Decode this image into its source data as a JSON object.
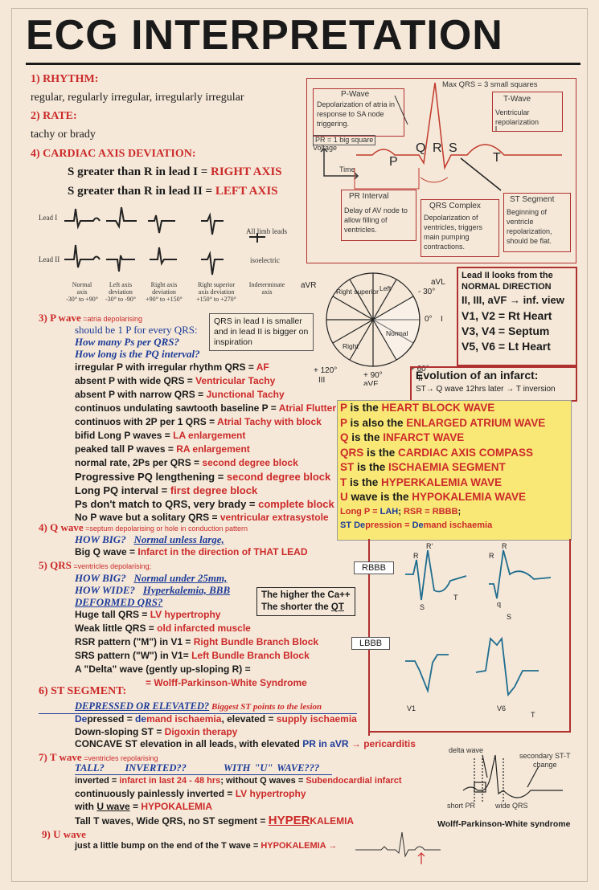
{
  "title": "ECG INTERPRETATION",
  "rhythm": {
    "heading": "1) RHYTHM:",
    "text": "regular, regularly irregular, irregularly irregular"
  },
  "rate": {
    "heading": "2) RATE:",
    "text": "tachy or brady"
  },
  "axis": {
    "heading": "4) CARDIAC AXIS DEVIATION:",
    "line1_a": "S greater than R in lead I = ",
    "line1_b": "RIGHT AXIS",
    "line2_a": "S greater than R in lead II = ",
    "line2_b": "LEFT AXIS",
    "lead1": "Lead I",
    "lead2": "Lead II",
    "all_limb": "All limb leads",
    "isoelectric": "isoelectric",
    "captions": [
      [
        "Normal",
        "axis",
        "-30° to +90°"
      ],
      [
        "Left axis",
        "deviation",
        "-30° to -90°"
      ],
      [
        "Right axis",
        "deviation",
        "+90° to +150°"
      ],
      [
        "Right superior",
        "axis deviation",
        "+150° to +270°"
      ],
      [
        "Indeterminate",
        "axis",
        ""
      ]
    ]
  },
  "wave_diagram": {
    "max_qrs": "Max QRS = 3 small  squares",
    "pwave_title": "P-Wave",
    "pwave_desc": "Depolarization of atria in response to SA node triggering.",
    "twave_title": "T-Wave",
    "twave_desc": "Ventricular repolarization",
    "pr_box": "PR = 1 big square",
    "voltage": "Voltage",
    "time": "Time",
    "letters": [
      "P",
      "Q",
      "R",
      "S",
      "T"
    ],
    "pr_title": "PR  Interval",
    "pr_desc": "Delay of AV node to allow filling of ventricles.",
    "qrs_title": "QRS Complex",
    "qrs_desc": "Depolarization of ventricles, triggers main pumping contractions.",
    "st_title": "ST Segment",
    "st_desc": "Beginning of ventricle repolarization, should be flat."
  },
  "compass": {
    "labels": [
      "aVR",
      "aVL",
      "- 30°",
      "0°",
      "I",
      "+ 60°",
      "II",
      "+ 90°",
      "aVF",
      "+ 120°",
      "III"
    ],
    "zones": [
      "Right superior",
      "Left",
      "Normal",
      "Right"
    ]
  },
  "lead2_box": {
    "line1": "Lead II looks from the",
    "line2": "NORMAL DIRECTION",
    "line3": "II, III, aVF → inf. view",
    "line4": "V1, V2 = Rt Heart",
    "line5": "V3, V4 = Septum",
    "line6": "V5, V6 = Lt Heart"
  },
  "infarct_box": {
    "title": "Evolution of an infarct:",
    "text": "ST→ Q wave 12hrs later → T inversion"
  },
  "yellow": [
    {
      "a": "P",
      "b": " is the ",
      "c": "HEART BLOCK  WAVE"
    },
    {
      "a": "P",
      "b": " is also the ",
      "c": "ENLARGED ATRIUM WAVE"
    },
    {
      "a": "Q",
      "b": " is the ",
      "c": "INFARCT WAVE"
    },
    {
      "a": "QRS",
      "b": " is the ",
      "c": "CARDIAC AXIS COMPASS"
    },
    {
      "a": "ST",
      "b": " is the ",
      "c": "ISCHAEMIA SEGMENT"
    },
    {
      "a": "T",
      "b": " is the ",
      "c": "HYPERKALEMIA WAVE"
    },
    {
      "a": "U",
      "b": " wave is the ",
      "c": "HYPOKALEMIA WAVE"
    }
  ],
  "yellow_small1": [
    "Long P = ",
    "LAH",
    "; ",
    "RSR = RBBB",
    ";"
  ],
  "yellow_small2": [
    "ST De",
    "pression = ",
    "De",
    "mand ischaemia"
  ],
  "pwave": {
    "heading": "3) P wave",
    "sub": " =atria depolarising",
    "q1": "should be 1 P for every QRS:",
    "q2": "How many Ps per QRS?",
    "q3": "How long is the PQ interval?",
    "note": "QRS in lead I is smaller and in lead  II is bigger on inspiration",
    "lines": [
      [
        "irregular P with irregular rhythm QRS = ",
        "AF"
      ],
      [
        "absent P with wide QRS = ",
        "Ventricular Tachy"
      ],
      [
        "absent P with narrow QRS = ",
        "Junctional Tachy"
      ],
      [
        "continuos undulating sawtooth  baseline P = ",
        "Atrial Flutter"
      ],
      [
        "continuos with 2P per 1 QRS = ",
        "Atrial Tachy with block"
      ],
      [
        "bifid Long P waves = ",
        "LA enlargement"
      ],
      [
        "peaked tall P waves = ",
        "RA enlargement"
      ],
      [
        "normal rate, 2Ps per QRS = ",
        "second degree block"
      ],
      [
        "Progressive PQ lengthening = ",
        "second degree block"
      ],
      [
        "Long PQ interval = ",
        "first degree block"
      ],
      [
        "Ps don't match to QRS, very brady = ",
        "complete block"
      ],
      [
        "No P wave but a solitary QRS = ",
        "ventricular extrasystole"
      ]
    ]
  },
  "qwave": {
    "heading": "4) Q wave",
    "sub": " =septum depolarising or hole in conduction pattern",
    "q1": "HOW BIG?",
    "q1b": "Normal unless large,",
    "line_a": "Big Q wave = ",
    "line_b": "Infarct in the direction of THAT LEAD"
  },
  "qrs": {
    "heading": "5) QRS",
    "sub": " =ventricles depolarising;",
    "q1": "HOW BIG?",
    "q1b": "Normal  under 25mm,",
    "q2": "HOW WIDE?",
    "q2b": "Hyperkalemia, BBB",
    "q3": "DEFORMED QRS?",
    "note_line1": "The higher the Ca++",
    "note_line2a": "The shorter the ",
    "note_line2b": "QT",
    "lines": [
      [
        "Huge tall QRS  = ",
        "LV hypertrophy"
      ],
      [
        "Weak little QRS  = ",
        "old infarcted muscle"
      ],
      [
        "RSR pattern (\"M\") in V1  = ",
        "Right Bundle Branch Block"
      ],
      [
        "SRS pattern (\"W\") in V1= ",
        "Left Bundle Branch Block"
      ],
      [
        "A \"Delta\" wave (gently up-sloping R) =",
        ""
      ],
      [
        "",
        "= Wolff-Parkinson-White Syndrome"
      ]
    ]
  },
  "bbb": {
    "rbbb": "RBBB",
    "lbbb": "LBBB",
    "R": "R",
    "Rp": "R'",
    "S": "S",
    "T": "T",
    "q": "q",
    "V1": "V1",
    "V6": "V6"
  },
  "st": {
    "heading": "6) ST SEGMENT:",
    "q1": "DEPRESSED OR ELEVATED?",
    "q1b": " Biggest ST points to the lesion",
    "l1a": "De",
    "l1b": "pressed = ",
    "l1c": "de",
    "l1d": "mand ischaemia",
    "l1e": ", elevated = ",
    "l1f": "supply ischaemia",
    "l2a": "Down-sloping ST = ",
    "l2b": "Digoxin therapy",
    "l3a": "CONCAVE ST elevation in all leads, with elevated ",
    "l3b": "PR in aVR",
    "l3c": " → pericarditis"
  },
  "twave": {
    "heading": "7) T wave",
    "sub": " =ventricles repolarising",
    "q1": "TALL?",
    "q2": "INVERTED??",
    "q3": "WITH \"U\" WAVE???",
    "l1a": "inverted = ",
    "l1b": "infarct in last 24 - 48 hrs",
    "l1c": "; without Q waves = ",
    "l1d": " Subendocardial infarct",
    "l2a": "continuously painlessly inverted = ",
    "l2b": "LV hypertrophy",
    "l3a": "with ",
    "l3b": "U wave",
    "l3c": " = ",
    "l3d": "HYPOKALEMIA",
    "l4a": "Tall T waves, Wide QRS, no ST segment = ",
    "l4b": "HYPER",
    "l4c": "KALEMIA"
  },
  "uwave": {
    "heading": "9) U wave",
    "l1a": "just a little bump on the end of the T wave = ",
    "l1b": "HYPOKALEMIA →"
  },
  "wpw": {
    "delta": "delta wave",
    "secondary1": "secondary ST-T",
    "secondary2": "change",
    "shortpr": "short PR",
    "wideqrs": "wide QRS",
    "title": "Wolff-Parkinson-White syndrome"
  }
}
